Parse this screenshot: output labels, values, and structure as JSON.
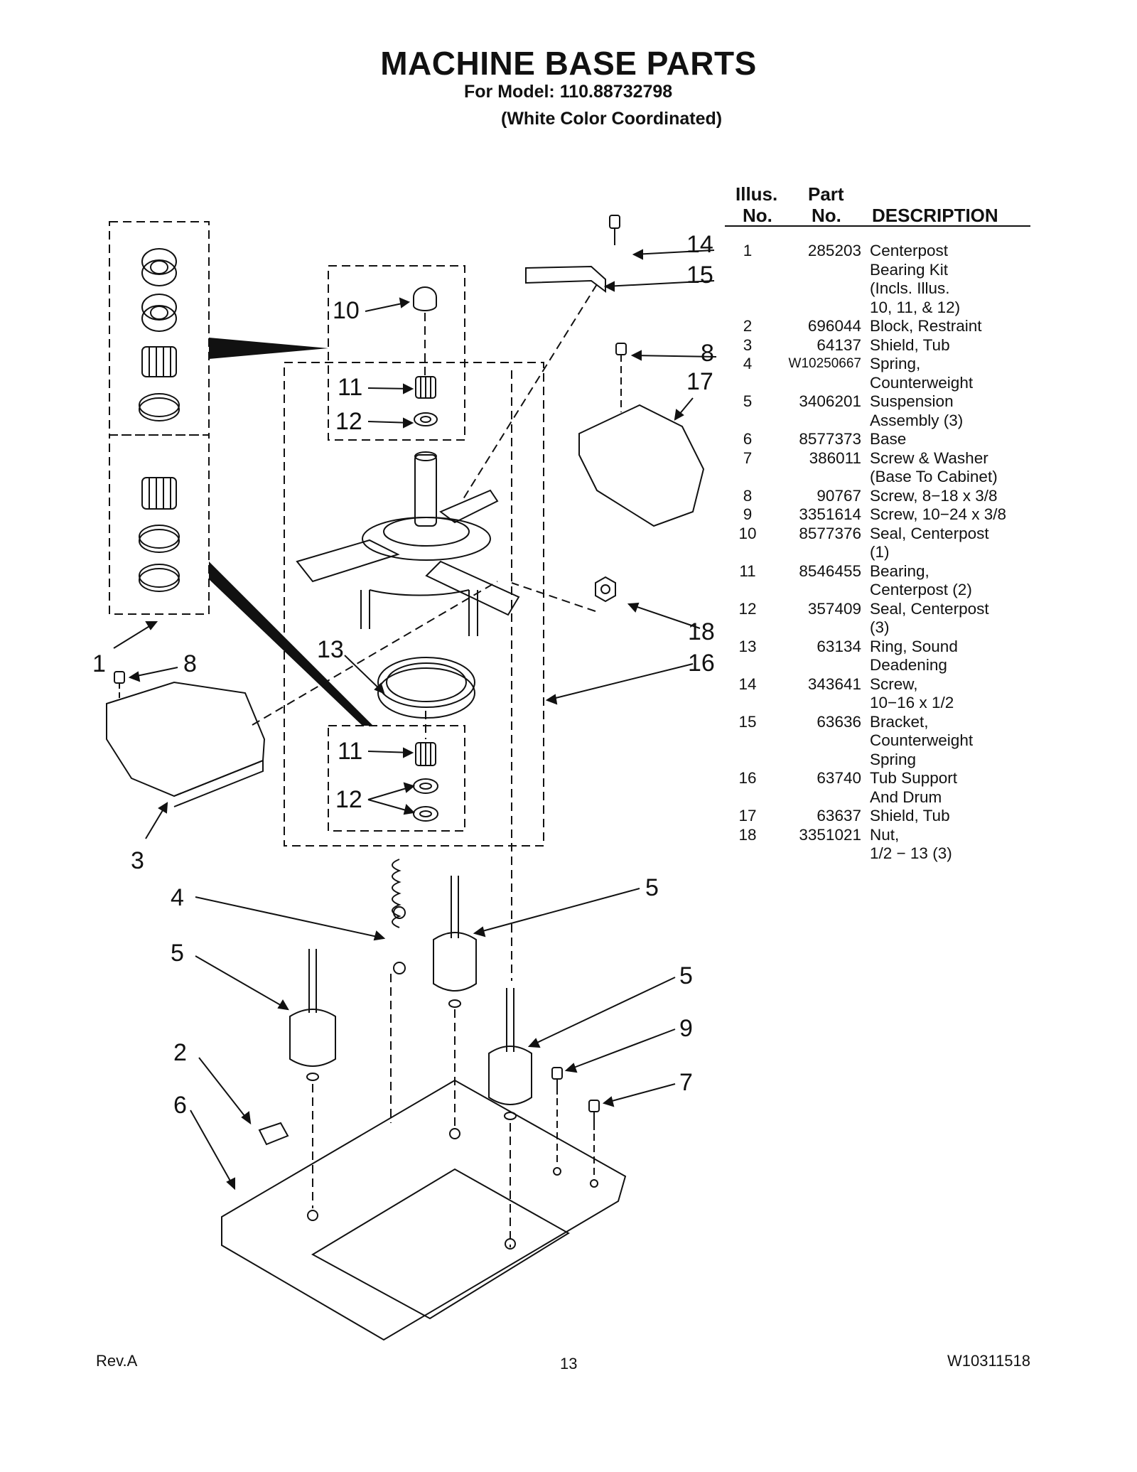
{
  "header": {
    "title": "MACHINE BASE PARTS",
    "model_line": "For Model: 110.88732798",
    "color_line": "(White Color Coordinated)"
  },
  "table": {
    "headers": {
      "illus_top": "Illus.",
      "illus_bottom": "No.",
      "part_top": "Part",
      "part_bottom": "No.",
      "description": "DESCRIPTION"
    },
    "rows": [
      {
        "illus": "1",
        "part": "285203",
        "desc": [
          "Centerpost",
          "Bearing Kit",
          "(Incls. Illus.",
          "10, 11, & 12)"
        ]
      },
      {
        "illus": "2",
        "part": "696044",
        "desc": [
          "Block, Restraint"
        ]
      },
      {
        "illus": "3",
        "part": "64137",
        "desc": [
          "Shield, Tub"
        ]
      },
      {
        "illus": "4",
        "part": "W10250667",
        "desc": [
          "Spring,",
          "Counterweight"
        ]
      },
      {
        "illus": "5",
        "part": "3406201",
        "desc": [
          "Suspension",
          "Assembly (3)"
        ]
      },
      {
        "illus": "6",
        "part": "8577373",
        "desc": [
          "Base"
        ]
      },
      {
        "illus": "7",
        "part": "386011",
        "desc": [
          "Screw & Washer",
          "(Base To Cabinet)"
        ]
      },
      {
        "illus": "8",
        "part": "90767",
        "desc": [
          "Screw, 8−18 x 3/8"
        ]
      },
      {
        "illus": "9",
        "part": "3351614",
        "desc": [
          "Screw, 10−24 x 3/8"
        ]
      },
      {
        "illus": "10",
        "part": "8577376",
        "desc": [
          "Seal, Centerpost",
          "(1)"
        ]
      },
      {
        "illus": "11",
        "part": "8546455",
        "desc": [
          "Bearing,",
          "Centerpost (2)"
        ]
      },
      {
        "illus": "12",
        "part": "357409",
        "desc": [
          "Seal, Centerpost",
          "(3)"
        ]
      },
      {
        "illus": "13",
        "part": "63134",
        "desc": [
          "Ring, Sound",
          "Deadening"
        ]
      },
      {
        "illus": "14",
        "part": "343641",
        "desc": [
          "Screw,",
          "10−16 x 1/2"
        ]
      },
      {
        "illus": "15",
        "part": "63636",
        "desc": [
          "Bracket,",
          "Counterweight",
          "Spring"
        ]
      },
      {
        "illus": "16",
        "part": "63740",
        "desc": [
          "Tub Support",
          "And Drum"
        ]
      },
      {
        "illus": "17",
        "part": "63637",
        "desc": [
          "Shield, Tub"
        ]
      },
      {
        "illus": "18",
        "part": "3351021",
        "desc": [
          "Nut,",
          "1/2 − 13 (3)"
        ]
      }
    ]
  },
  "callouts": {
    "c14": "14",
    "c15": "15",
    "c10": "10",
    "c8a": "8",
    "c17": "17",
    "c11a": "11",
    "c12a": "12",
    "c18": "18",
    "c13": "13",
    "c16": "16",
    "c1": "1",
    "c8b": "8",
    "c11b": "11",
    "c12b": "12",
    "c3": "3",
    "c4": "4",
    "c5a": "5",
    "c5b": "5",
    "c5c": "5",
    "c9": "9",
    "c2": "2",
    "c6": "6",
    "c7": "7"
  },
  "footer": {
    "revision": "Rev.A",
    "page": "13",
    "doc_number": "W10311518"
  }
}
